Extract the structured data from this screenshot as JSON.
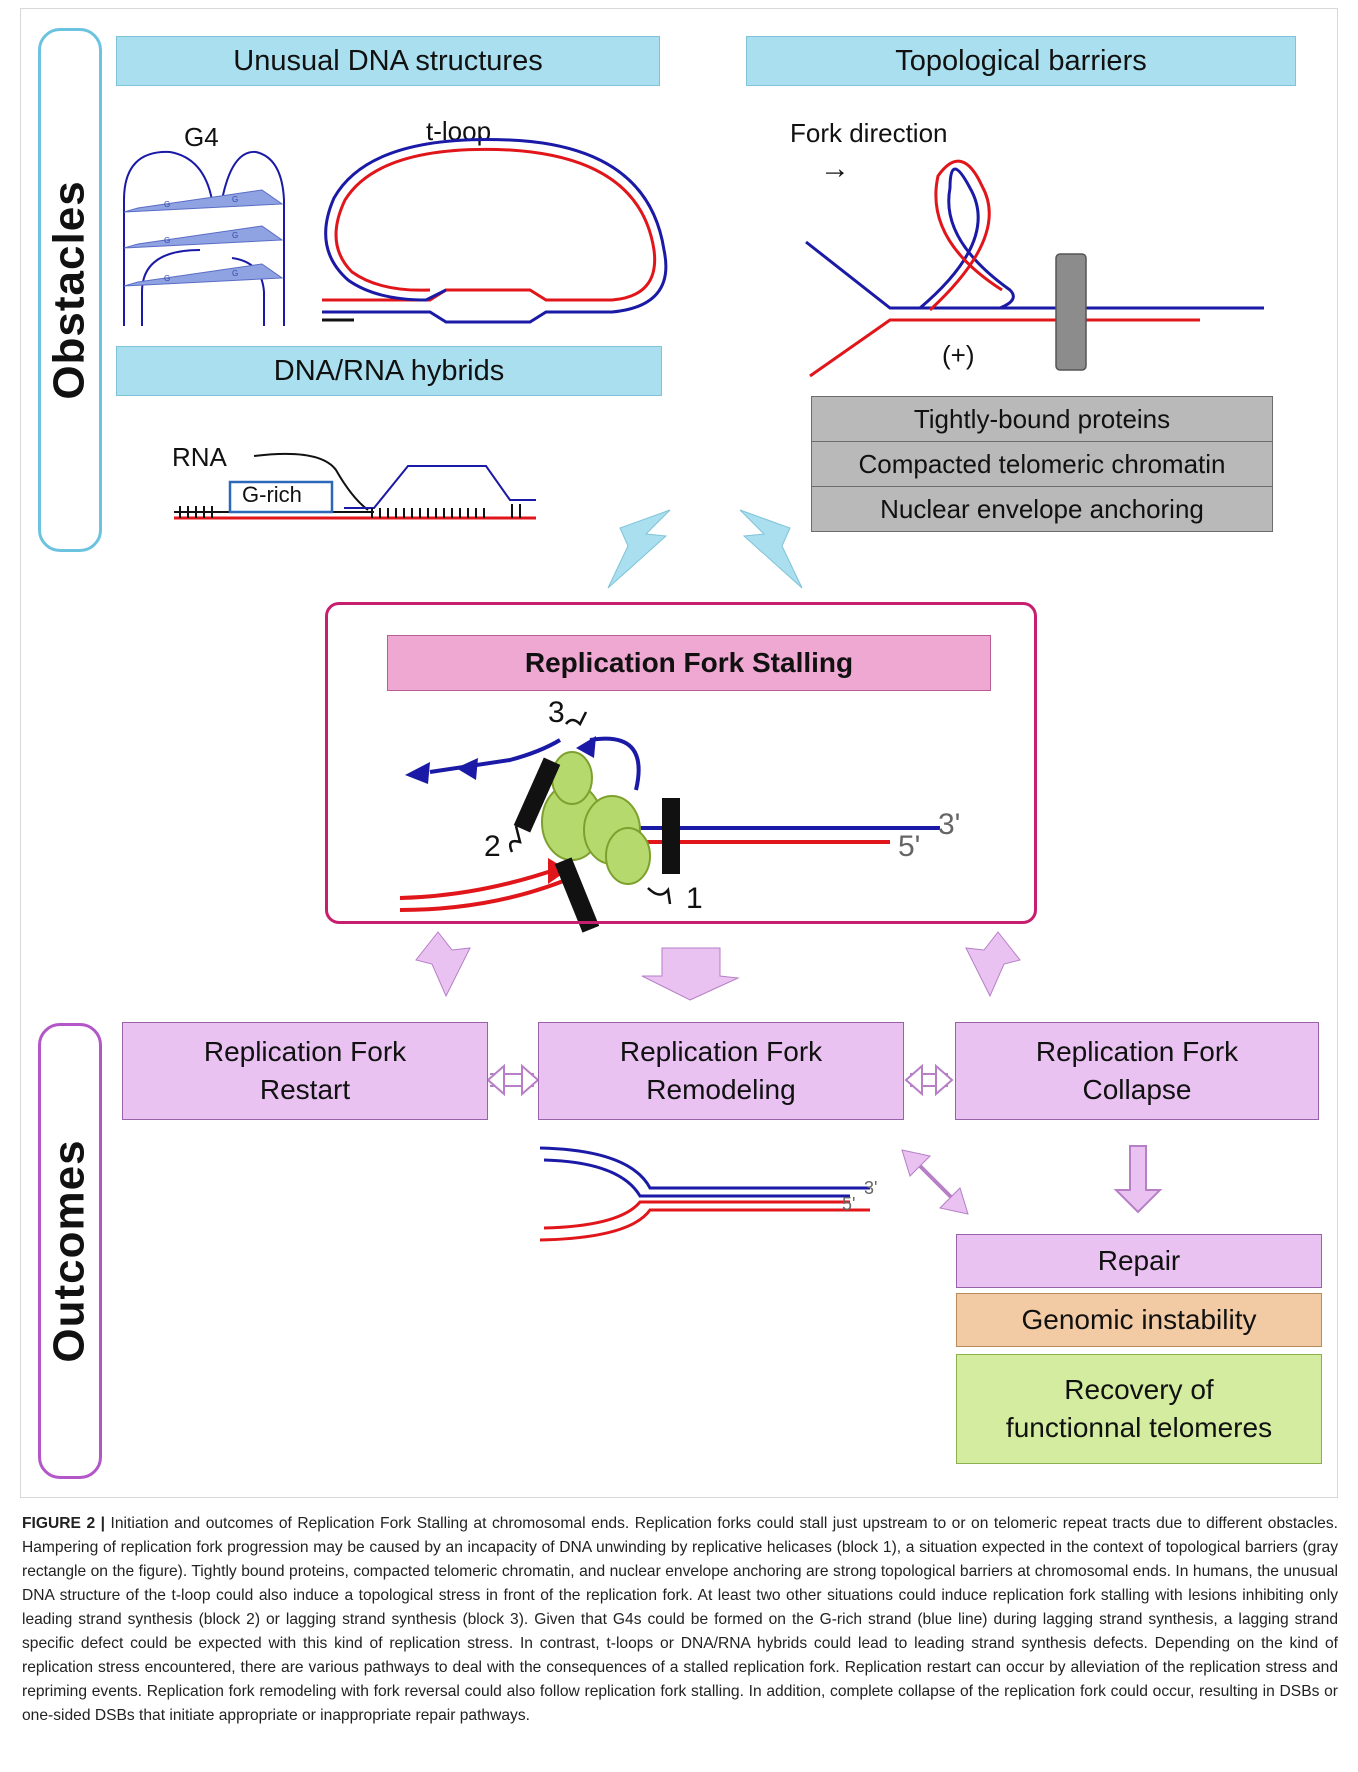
{
  "obstacles": {
    "side_label": "Obstacles",
    "unusual_dna_header": "Unusual DNA structures",
    "topological_header": "Topological barriers",
    "g4_label": "G4",
    "g4_plate_letter": "G",
    "tloop_label": "t-loop",
    "hybrid_header": "DNA/RNA hybrids",
    "rna_label": "RNA",
    "grich_label": "G-rich",
    "fork_direction_label": "Fork direction",
    "fork_direction_arrow": "→",
    "supercoil_label": "(+)",
    "barriers": [
      "Tightly-bound proteins",
      "Compacted telomeric chromatin",
      "Nuclear envelope anchoring"
    ]
  },
  "stalling": {
    "title": "Replication Fork Stalling",
    "label_3prime": "3'",
    "label_5prime": "5'",
    "block_labels": [
      "1",
      "2",
      "3"
    ]
  },
  "outcomes": {
    "side_label": "Outcomes",
    "restart": "Replication Fork\nRestart",
    "remodeling": "Replication Fork\nRemodeling",
    "collapse": "Replication Fork\nCollapse",
    "small_3prime": "3'",
    "small_5prime": "5'",
    "repair": "Repair",
    "genomic_instability": "Genomic instability",
    "recovery": "Recovery of\nfunctionnal telomeres"
  },
  "colors": {
    "obstacle_header": "#a9dfee",
    "barrier_grey": "#b9b9b9",
    "stalling_header": "#efa8d2",
    "stalling_border": "#c81e6e",
    "outcome_box": "#e9c2f2",
    "genomic_instability": "#f2caa4",
    "recovery": "#d3ec9f",
    "dna_blue": "#1a1aa6",
    "dna_red": "#e0161b",
    "helicase_green": "#b6d96e"
  },
  "caption": {
    "lead": "FIGURE 2 |",
    "text": "Initiation and outcomes of Replication Fork Stalling at chromosomal ends. Replication forks could stall just upstream to or on telomeric repeat tracts due to different obstacles. Hampering of replication fork progression may be caused by an incapacity of DNA unwinding by replicative helicases (block 1), a situation expected in the context of topological barriers (gray rectangle on the figure). Tightly bound proteins, compacted telomeric chromatin, and nuclear envelope anchoring are strong topological barriers at chromosomal ends. In humans, the unusual DNA structure of the t-loop could also induce a topological stress in front of the replication fork. At least two other situations could induce replication fork stalling with lesions inhibiting only leading strand synthesis (block 2) or lagging strand synthesis (block 3). Given that G4s could be formed on the G-rich strand (blue line) during lagging strand synthesis, a lagging strand specific defect could be expected with this kind of replication stress. In contrast, t-loops or DNA/RNA hybrids could lead to leading strand synthesis defects. Depending on the kind of replication stress encountered, there are various pathways to deal with the consequences of a stalled replication fork. Replication restart can occur by alleviation of the replication stress and repriming events. Replication fork remodeling with fork reversal could also follow replication fork stalling. In addition, complete collapse of the replication fork could occur, resulting in DSBs or one-sided DSBs that initiate appropriate or inappropriate repair pathways."
  }
}
